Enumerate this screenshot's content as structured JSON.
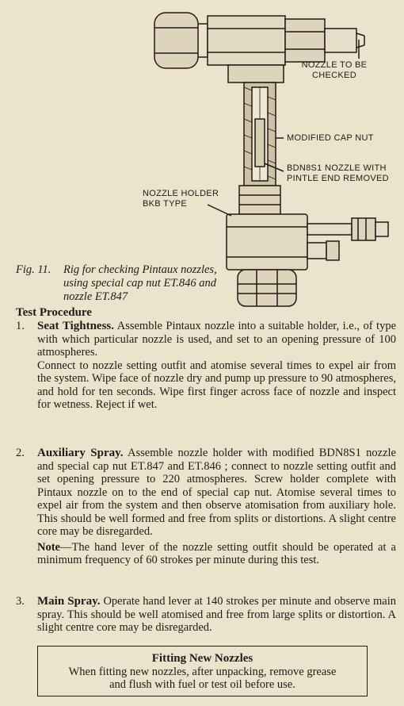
{
  "diagram": {
    "labels": {
      "nozzle_to_be_checked": "NOZZLE TO BE CHECKED",
      "modified_cap_nut": "MODIFIED CAP NUT",
      "bdn_nozzle": "BDN8S1 NOZZLE WITH PINTLE END REMOVED",
      "nozzle_holder": "NOZZLE HOLDER BKB TYPE"
    }
  },
  "caption": {
    "fig": "Fig. 11.",
    "text": "Rig for checking Pintaux nozzles, using special cap nut ET.846 and nozzle ET.847"
  },
  "section_title": "Test Procedure",
  "items": [
    {
      "num": "1.",
      "heading": "Seat Tightness.",
      "p1": "Assemble Pintaux nozzle into a suitable holder, i.e., of type with which particular nozzle is used, and set to an opening pressure of 100 atmospheres.",
      "p2": "Connect to nozzle setting outfit and atomise several times to expel air from the system. Wipe face of nozzle dry and pump up pressure to 90 atmospheres, and hold for ten seconds. Wipe first finger across face of nozzle and inspect for wetness. Reject if wet."
    },
    {
      "num": "2.",
      "heading": "Auxiliary Spray.",
      "p1": "Assemble nozzle holder with modified BDN8S1 nozzle and special cap nut ET.847 and ET.846 ; connect to nozzle setting outfit and set opening pressure to 220 atmospheres. Screw holder complete with Pintaux nozzle on to the end of special cap nut. Atomise several times to expel air from the system and then observe atomisation from auxiliary hole. This should be well formed and free from splits or distortions. A slight centre core may be disregarded.",
      "note_label": "Note",
      "note_text": "—The hand lever of the nozzle setting outfit should be operated at a minimum frequency of 60 strokes per minute during this test."
    },
    {
      "num": "3.",
      "heading": "Main Spray.",
      "p1": "Operate hand lever at 140 strokes per minute and observe main spray. This should be well atomised and free from large splits or distortion. A slight centre core may be disregarded."
    }
  ],
  "box": {
    "title": "Fitting New Nozzles",
    "text": "When fitting new nozzles, after unpacking, remove grease and flush with fuel or test oil before use."
  }
}
